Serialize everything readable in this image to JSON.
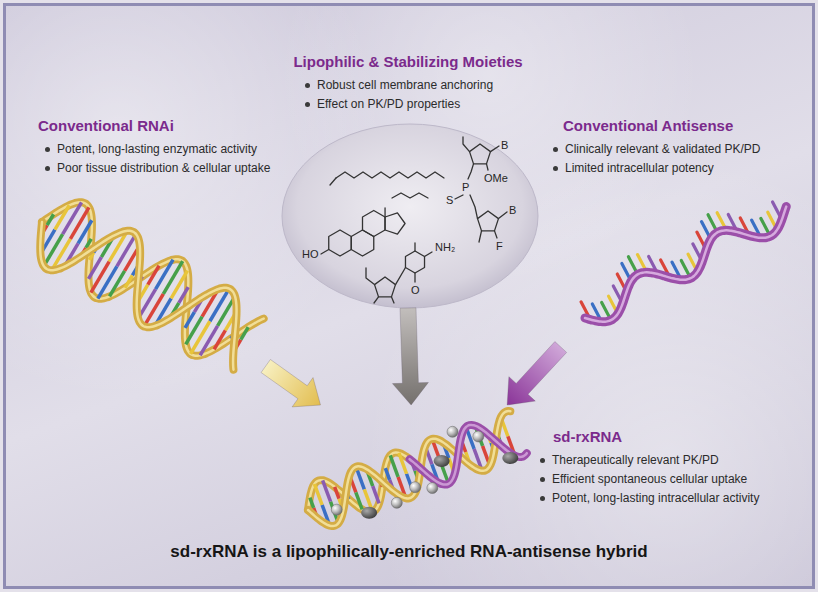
{
  "diagram": {
    "caption": "sd-rxRNA is a lipophilically-enriched RNA-antisense hybrid",
    "nodes": [
      {
        "text": [
          "Lipophilic & Stabilizing Moieties",
          "Robust cell membrane anchoring",
          "Effect on PK/PD properties"
        ]
      },
      {
        "text": [
          "Conventional RNAi",
          "Potent, long-lasting enzymatic activity",
          "Poor tissue distribution & cellular uptake"
        ]
      },
      {
        "text": [
          "Conventional Antisense",
          "Clinically relevant & validated PK/PD",
          "Limited intracellular potency"
        ]
      },
      {
        "text": [
          "sd-rxRNA",
          "Therapeutically relevant PK/PD",
          "Efficient spontaneous cellular uptake",
          "Potent, long-lasting intracellular activity"
        ]
      }
    ],
    "edges": [
      {
        "from": 1,
        "to": 3,
        "arrow": "to"
      },
      {
        "from": 0,
        "to": 3,
        "arrow": "to"
      },
      {
        "from": 2,
        "to": 3,
        "arrow": "to"
      }
    ],
    "labels": [
      "B",
      "OMe",
      "P",
      "S",
      "B",
      "F",
      "HO",
      "NH₂",
      "O"
    ]
  }
}
